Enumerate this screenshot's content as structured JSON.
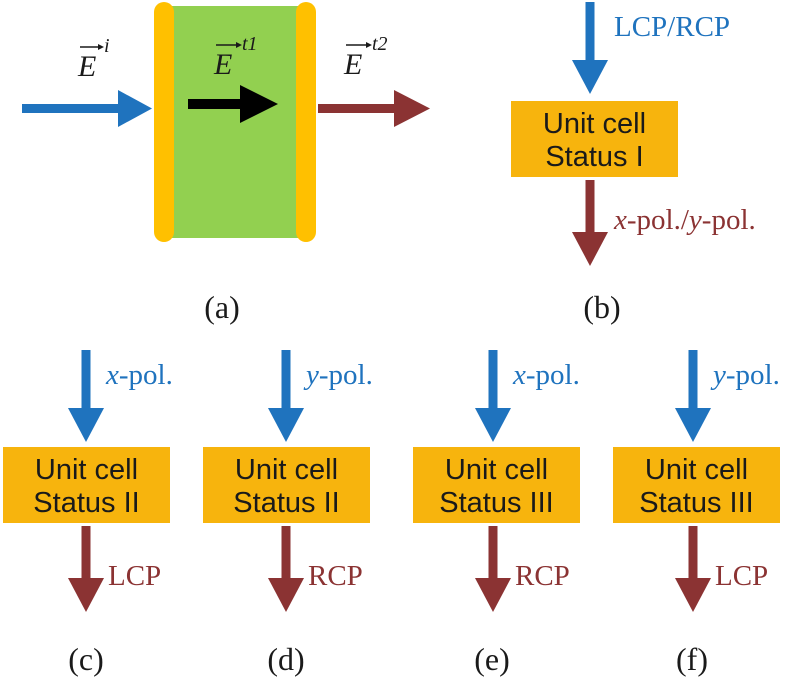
{
  "colors": {
    "incident_arrow": "#1f73be",
    "output_arrow": "#8b3333",
    "internal_arrow": "#000000",
    "slab_fill": "#92d050",
    "plate_fill": "#ffc000",
    "cell_fill": "#f7b40d",
    "incident_text": "#1f73be",
    "output_text": "#8b3333"
  },
  "panel_a": {
    "label_incident": {
      "symbol": "E",
      "superscript": "i"
    },
    "label_transmitted1": {
      "symbol": "E",
      "superscript": "t1"
    },
    "label_transmitted2": {
      "symbol": "E",
      "superscript": "t2"
    },
    "caption": "(a)"
  },
  "panel_b": {
    "input_text": "LCP/RCP",
    "cell_line1": "Unit cell",
    "cell_line2": "Status I",
    "output_a_italic": "x",
    "output_a_rest": "-pol./",
    "output_b_italic": "y",
    "output_b_rest": "-pol.",
    "caption": "(b)"
  },
  "panels_small": [
    {
      "input_italic": "x",
      "input_rest": "-pol.",
      "cell_line1": "Unit cell",
      "cell_line2": "Status II",
      "output": "LCP",
      "caption": "(c)"
    },
    {
      "input_italic": "y",
      "input_rest": "-pol.",
      "cell_line1": "Unit cell",
      "cell_line2": "Status II",
      "output": "RCP",
      "caption": "(d)"
    },
    {
      "input_italic": "x",
      "input_rest": "-pol.",
      "cell_line1": "Unit cell",
      "cell_line2": "Status III",
      "output": "RCP",
      "caption": "(e)"
    },
    {
      "input_italic": "y",
      "input_rest": "-pol.",
      "cell_line1": "Unit cell",
      "cell_line2": "Status III",
      "output": "LCP",
      "caption": "(f)"
    }
  ]
}
